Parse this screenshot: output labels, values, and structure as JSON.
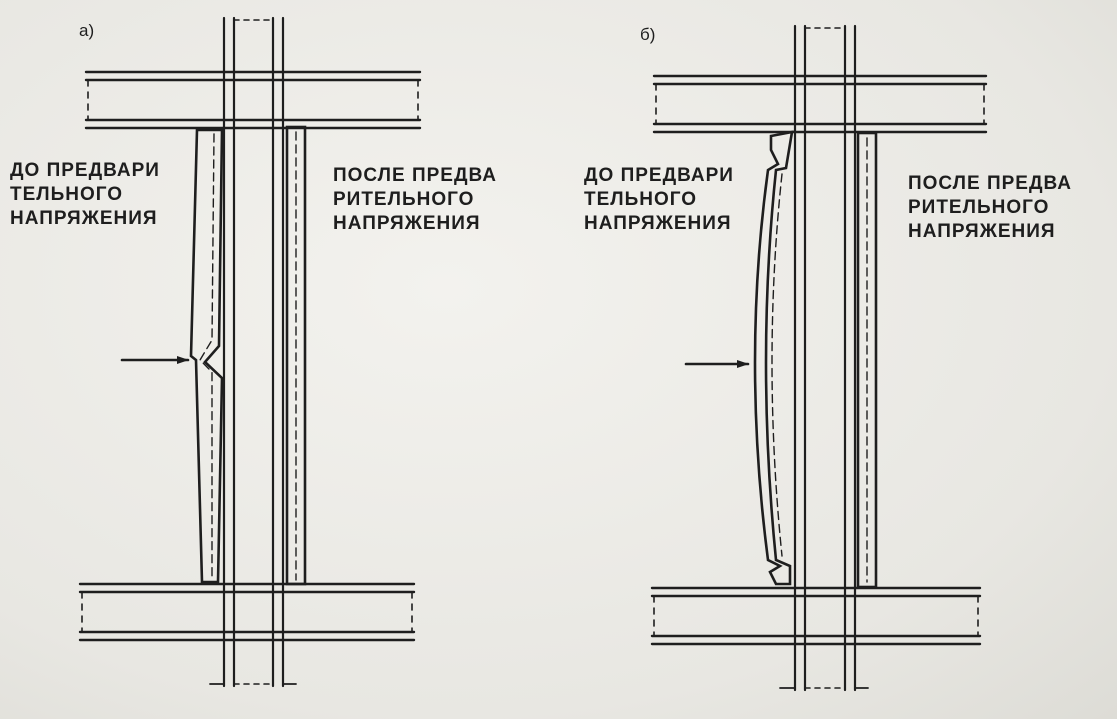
{
  "panels": {
    "a": {
      "letter": "а)",
      "before_label": [
        "ДО ПРЕДВАРИ",
        "ТЕЛЬНОГО",
        "НАПРЯЖЕНИЯ"
      ],
      "after_label": [
        "ПОСЛЕ ПРЕДВА",
        "РИТЕЛЬНОГО",
        "НАПРЯЖЕНИЯ"
      ]
    },
    "b": {
      "letter": "б)",
      "before_label": [
        "ДО ПРЕДВАРИ",
        "ТЕЛЬНОГО",
        "НАПРЯЖЕНИЯ"
      ],
      "after_label": [
        "ПОСЛЕ ПРЕДВА",
        "РИТЕЛЬНОГО",
        "НАПРЯЖЕНИЯ"
      ]
    }
  },
  "colors": {
    "ink": "#1e1e1e",
    "paper": "#ecebe6"
  }
}
